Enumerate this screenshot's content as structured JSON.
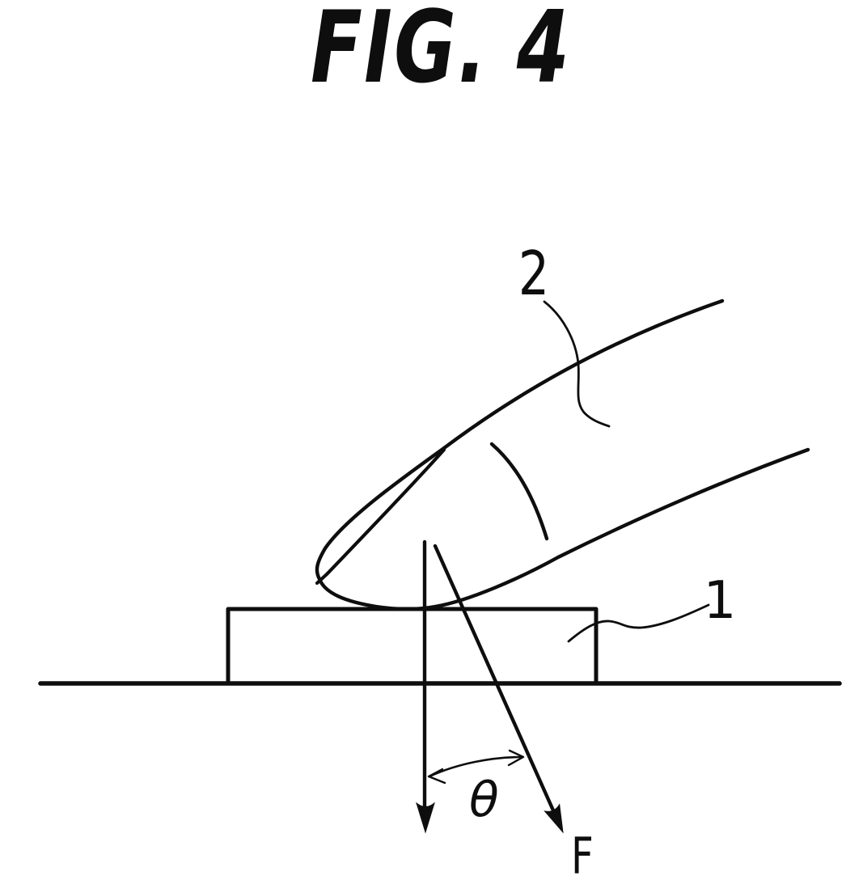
{
  "figure": {
    "title": "FIG. 4",
    "reference_labels": {
      "finger": "2",
      "panel": "1"
    },
    "annotations": {
      "angle_symbol": "θ",
      "force_symbol": "F"
    },
    "colors": {
      "ink": "#0e0e0e",
      "background": "#ffffff"
    }
  }
}
